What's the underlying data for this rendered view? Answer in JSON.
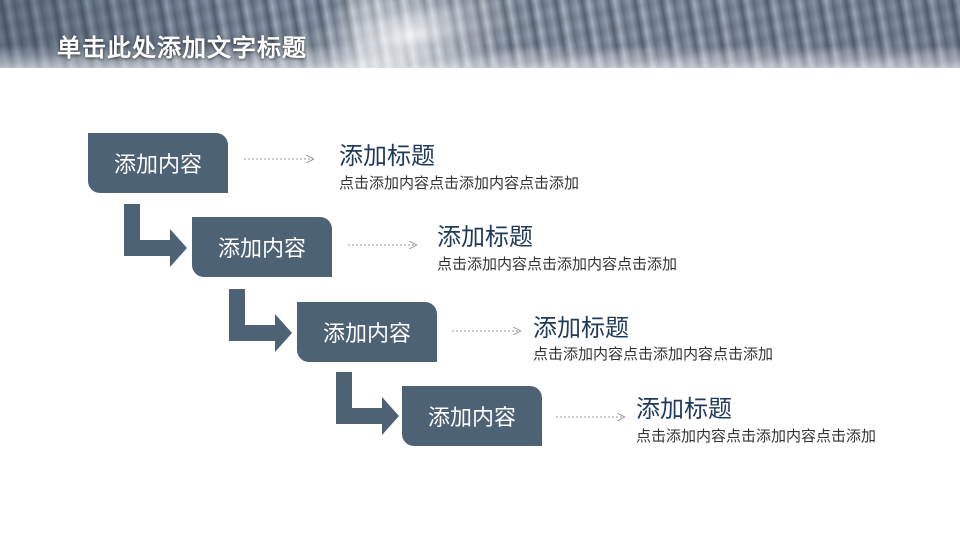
{
  "header": {
    "title": "单击此处添加文字标题"
  },
  "steps": [
    {
      "box_label": "添加内容",
      "heading": "添加标题",
      "desc": "点击添加内容点击添加内容点击添加"
    },
    {
      "box_label": "添加内容",
      "heading": "添加标题",
      "desc": "点击添加内容点击添加内容点击添加"
    },
    {
      "box_label": "添加内容",
      "heading": "添加标题",
      "desc": "点击添加内容点击添加内容点击添加"
    },
    {
      "box_label": "添加内容",
      "heading": "添加标题",
      "desc": "点击添加内容点击添加内容点击添加"
    }
  ],
  "colors": {
    "box": "#4e6275",
    "heading": "#1f3a5a",
    "connector": "#999999"
  }
}
